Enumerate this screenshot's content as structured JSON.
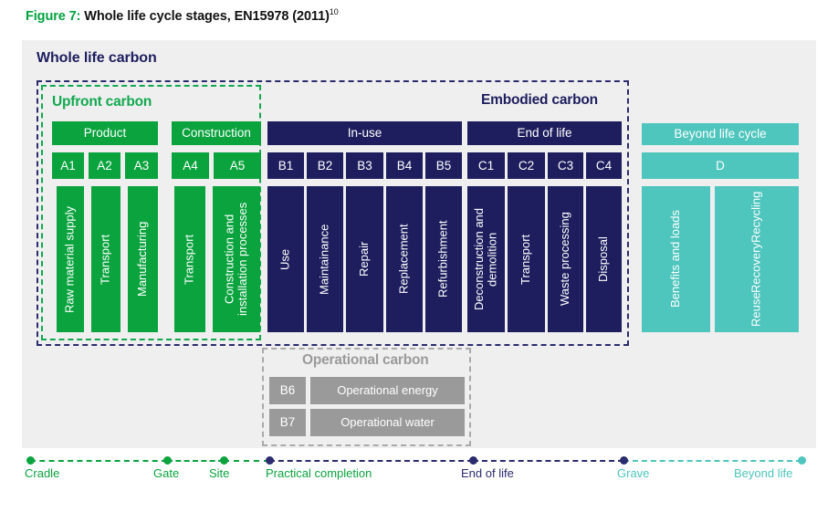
{
  "caption": {
    "figure_label": "Figure 7:",
    "title": " Whole life cycle stages, EN15978 (2011)",
    "footnote_marker": "10"
  },
  "panel": {
    "title": "Whole life carbon"
  },
  "groups": {
    "upfront_carbon": "Upfront carbon",
    "embodied_carbon": "Embodied carbon",
    "operational_carbon": "Operational carbon",
    "beyond_life_cycle": "Beyond life cycle"
  },
  "colors": {
    "green": "#0aa33e",
    "navy": "#1e1e5f",
    "teal": "#4ec5bd",
    "grey": "#9a9a9a",
    "panel_background": "#efefef",
    "dash_navy": "#2b2b6e",
    "dash_green": "#12a850",
    "dash_grey": "#a9a9a9"
  },
  "bands": [
    {
      "label": "Product",
      "color": "green"
    },
    {
      "label": "Construction",
      "color": "green"
    },
    {
      "label": "In-use",
      "color": "navy"
    },
    {
      "label": "End of life",
      "color": "navy"
    },
    {
      "label": "Beyond life cycle",
      "color": "teal"
    }
  ],
  "modules": [
    {
      "code": "A1",
      "name": "Raw material supply",
      "color": "green"
    },
    {
      "code": "A2",
      "name": "Transport",
      "color": "green"
    },
    {
      "code": "A3",
      "name": "Manufacturing",
      "color": "green"
    },
    {
      "code": "A4",
      "name": "Transport",
      "color": "green"
    },
    {
      "code": "A5",
      "name": "Construction and installation processes",
      "color": "green"
    },
    {
      "code": "B1",
      "name": "Use",
      "color": "navy"
    },
    {
      "code": "B2",
      "name": "Maintainance",
      "color": "navy"
    },
    {
      "code": "B3",
      "name": "Repair",
      "color": "navy"
    },
    {
      "code": "B4",
      "name": "Replacement",
      "color": "navy"
    },
    {
      "code": "B5",
      "name": "Refurbishment",
      "color": "navy"
    },
    {
      "code": "C1",
      "name": "Deconstruction and demolition",
      "color": "navy"
    },
    {
      "code": "C2",
      "name": "Transport",
      "color": "navy"
    },
    {
      "code": "C3",
      "name": "Waste processing",
      "color": "navy"
    },
    {
      "code": "C4",
      "name": "Disposal",
      "color": "navy"
    },
    {
      "code": "D",
      "name": "Benefits and loads",
      "color": "teal"
    },
    {
      "code": "D",
      "name": "Reuse\nRecovery\nRecycling",
      "color": "teal"
    }
  ],
  "beyond": {
    "code": "D",
    "benefits": "Benefits and loads",
    "reuse_line1": "Reuse",
    "reuse_line2": "Recovery",
    "reuse_line3": "Recycling"
  },
  "operational": [
    {
      "code": "B6",
      "name": "Operational energy"
    },
    {
      "code": "B7",
      "name": "Operational water"
    }
  ],
  "timeline": [
    {
      "label": "Cradle",
      "color": "green"
    },
    {
      "label": "Gate",
      "color": "green"
    },
    {
      "label": "Site",
      "color": "green"
    },
    {
      "label": "Practical completion",
      "color": "green"
    },
    {
      "label": "End of life",
      "color": "navy"
    },
    {
      "label": "Grave",
      "color": "teal"
    },
    {
      "label": "Beyond life",
      "color": "teal"
    }
  ]
}
